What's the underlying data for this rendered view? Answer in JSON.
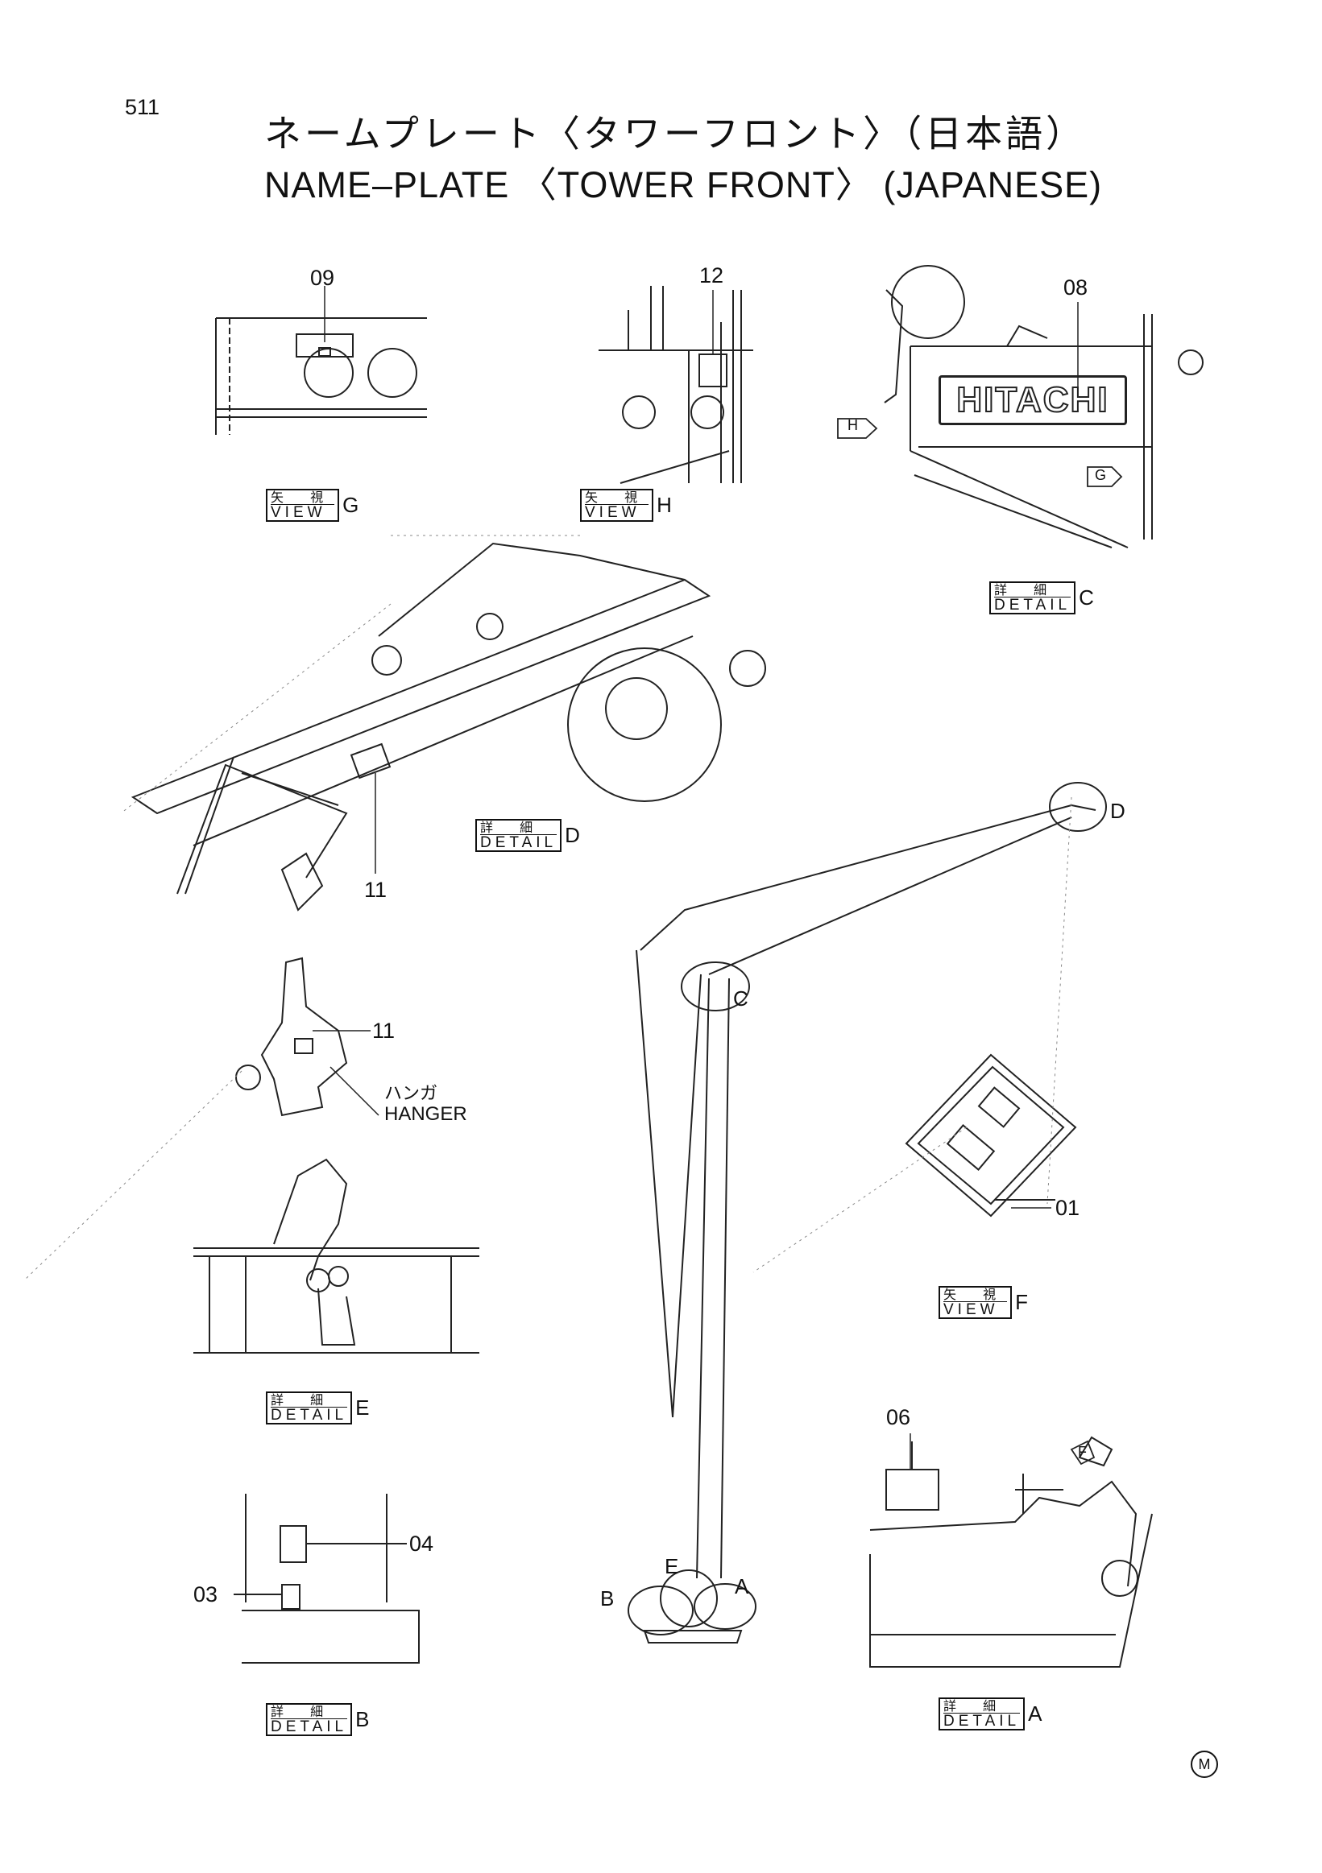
{
  "page_number": "511",
  "title_jp": "ネームプレート〈タワーフロント〉（日本語）",
  "title_en": "NAME–PLATE 〈TOWER FRONT〉 (JAPANESE)",
  "part_numbers": {
    "p01": "01",
    "p03": "03",
    "p04": "04",
    "p06": "06",
    "p08": "08",
    "p09": "09",
    "p11a": "11",
    "p11b": "11",
    "p12": "12"
  },
  "brand_text": "HITACHI",
  "hanger": {
    "jp": "ハンガ",
    "en": "HANGER"
  },
  "view_labels": {
    "view_g": {
      "jp": "矢 視",
      "en": "VIEW",
      "suffix": "G"
    },
    "view_h": {
      "jp": "矢 視",
      "en": "VIEW",
      "suffix": "H"
    },
    "view_f": {
      "jp": "矢 視",
      "en": "VIEW",
      "suffix": "F"
    },
    "detail_c": {
      "jp": "詳 細",
      "en": "DETAIL",
      "suffix": "C"
    },
    "detail_d": {
      "jp": "詳 細",
      "en": "DETAIL",
      "suffix": "D"
    },
    "detail_e": {
      "jp": "詳 細",
      "en": "DETAIL",
      "suffix": "E"
    },
    "detail_b": {
      "jp": "詳 細",
      "en": "DETAIL",
      "suffix": "B"
    },
    "detail_a": {
      "jp": "詳 細",
      "en": "DETAIL",
      "suffix": "A"
    }
  },
  "callout_letters": {
    "a": "A",
    "b": "B",
    "c": "C",
    "d": "D",
    "e": "E",
    "f": "F",
    "g": "G",
    "h": "H"
  },
  "footer_mark": "M"
}
